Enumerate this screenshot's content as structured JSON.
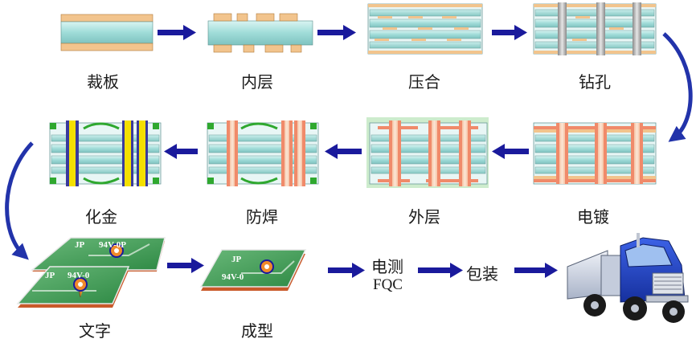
{
  "steps": {
    "cut": "裁板",
    "inner": "内层",
    "press": "压合",
    "drill": "钻孔",
    "plate": "电镀",
    "outer": "外层",
    "mask": "防焊",
    "gold": "化金",
    "text": "文字",
    "form": "成型",
    "etest_line1": "电测",
    "etest_line2": "FQC",
    "pack": "包装"
  },
  "board_marks": {
    "back_left": "JP",
    "back_right": "94V-0P",
    "front_left": "JP",
    "front_right": "94V-0",
    "form_top": "JP",
    "form_bottom": "94V-0"
  },
  "icons": {
    "arrow": "right-arrow-icon",
    "truck": "truck-icon"
  },
  "colors": {
    "arrow": "#1a1a9c",
    "core": "#a9e3e0",
    "copper": "#f2c48d",
    "plating": "#f08a6a",
    "solder_mask": "#2fa82f",
    "gold": "#f4e000",
    "board_green": "#3e9a4f",
    "truck_cab": "#1f3fc7",
    "trailer": "#cfd6e6"
  }
}
